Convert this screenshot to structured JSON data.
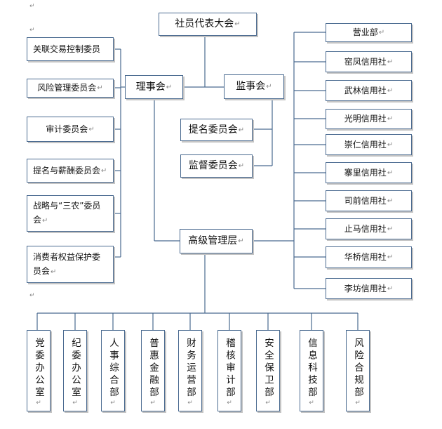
{
  "paragraph_mark": "↵",
  "top": {
    "label": "社员代表大会"
  },
  "board": {
    "label": "理事会"
  },
  "supervisory": {
    "label": "监事会"
  },
  "management": {
    "label": "高级管理层"
  },
  "sup_committees": [
    {
      "label": "提名委员会"
    },
    {
      "label": "监督委员会"
    }
  ],
  "committees": [
    {
      "label": "关联交易控制委员"
    },
    {
      "label": "风险管理委员会"
    },
    {
      "label": "审计委员会"
    },
    {
      "label": "提名与薪酬委员会"
    },
    {
      "label": "战略与“三农”委员会"
    },
    {
      "label": "消费者权益保护委员会"
    }
  ],
  "branches": [
    {
      "label": "营业部"
    },
    {
      "label": "窑凤信用社"
    },
    {
      "label": "武林信用社"
    },
    {
      "label": "光明信用社"
    },
    {
      "label": "崇仁信用社"
    },
    {
      "label": "寨里信用社"
    },
    {
      "label": "司前信用社"
    },
    {
      "label": "止马信用社"
    },
    {
      "label": "华桥信用社"
    },
    {
      "label": "李坊信用社"
    }
  ],
  "departments": [
    {
      "label": "党委办公室"
    },
    {
      "label": "纪委办公室"
    },
    {
      "label": "人事综合部"
    },
    {
      "label": "普惠金融部"
    },
    {
      "label": "财务运营部"
    },
    {
      "label": "稽核审计部"
    },
    {
      "label": "安全保卫部"
    },
    {
      "label": "信息科技部"
    },
    {
      "label": "风险合规部"
    }
  ]
}
